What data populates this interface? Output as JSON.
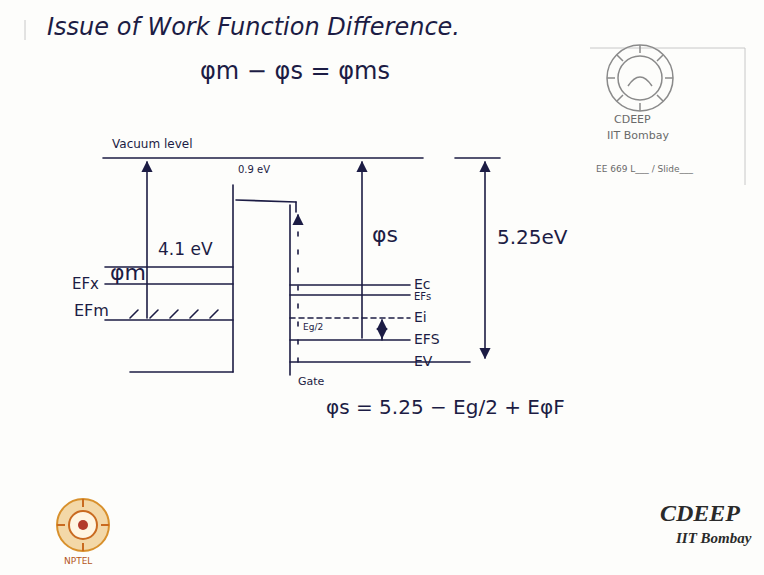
{
  "diagram": {
    "title": "Issue of Work Function Difference.",
    "labels": [
      "φm − φs = φms",
      "Vacuum level",
      "0.9 eV",
      "φm",
      "4.1 eV",
      "EFx",
      "EFm",
      "φs",
      "5.25eV",
      "Ec",
      "EFs",
      "Ei",
      "EFS",
      "EV",
      "Eg/2",
      "Gate",
      "φs = 5.25 − Eg/2 + EφF",
      "CDEEP",
      "IIT Bombay",
      "EE 669 L___ / Slide___",
      "NPTEL",
      "CDEEP",
      "IIT Bombay"
    ]
  }
}
